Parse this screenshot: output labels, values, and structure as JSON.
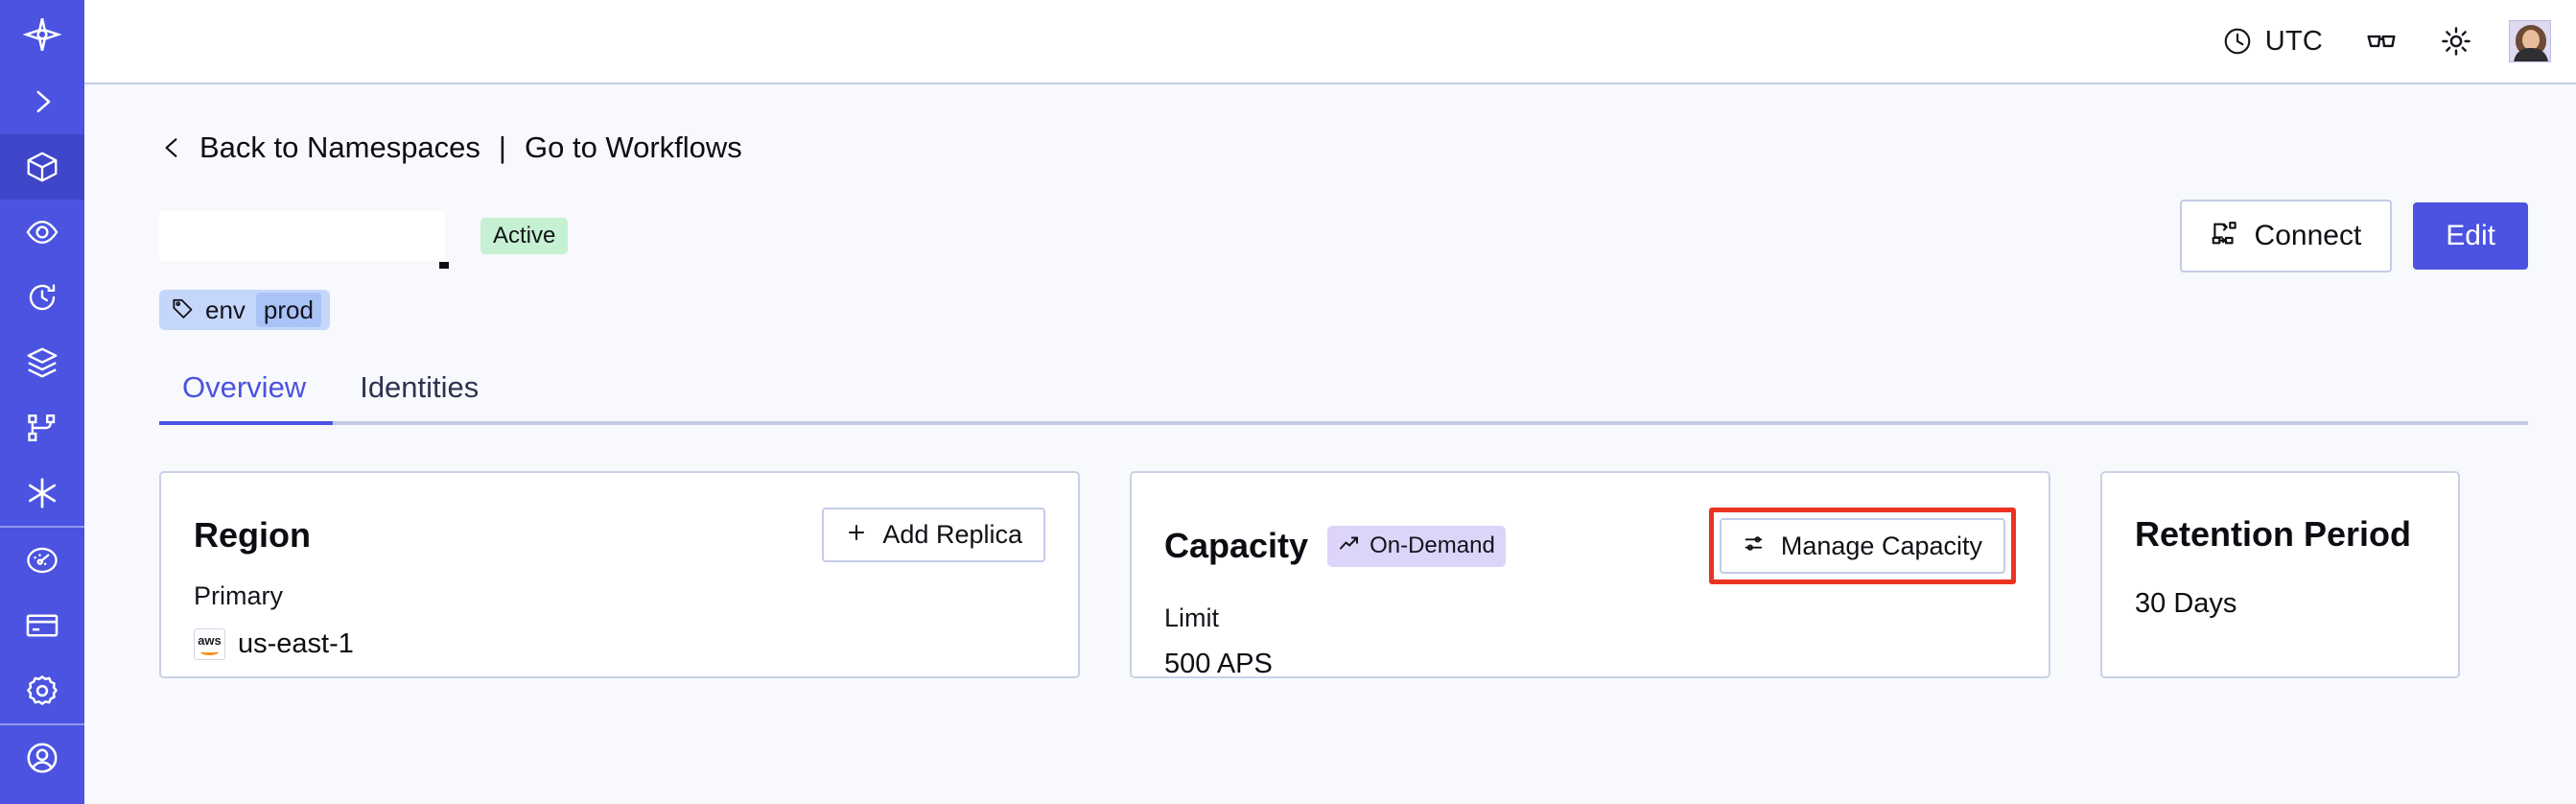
{
  "theme": {
    "brand": "#4b53e0",
    "sidebar_bg": "#4b53e0",
    "sidebar_active": "#3f46c9",
    "page_bg": "#f7f9fc",
    "card_border": "#c9d1e6",
    "badge_active_bg": "#c6f0d2",
    "badge_ondemand_bg": "#ddd4fa",
    "tag_bg": "#c5d6fb",
    "tag_value_bg": "#a9c3f7",
    "highlight_red": "#ea3323"
  },
  "sidebar": {
    "items": [
      {
        "name": "logo",
        "icon": "temporal-logo-icon",
        "active": false
      },
      {
        "name": "expand",
        "icon": "chevron-right-icon",
        "active": false
      },
      {
        "name": "namespaces",
        "icon": "cube-icon",
        "active": true
      },
      {
        "name": "observability",
        "icon": "eye-icon",
        "active": false
      },
      {
        "name": "schedules",
        "icon": "clock-arrow-icon",
        "active": false
      },
      {
        "name": "batch-operations",
        "icon": "layers-icon",
        "active": false
      },
      {
        "name": "workflows",
        "icon": "workflow-nodes-icon",
        "active": false
      },
      {
        "name": "nexus",
        "icon": "asterisk-icon",
        "active": false
      },
      {
        "name": "usage",
        "icon": "gauge-icon",
        "active": false
      },
      {
        "name": "billing",
        "icon": "credit-card-icon",
        "active": false
      },
      {
        "name": "settings",
        "icon": "gear-icon",
        "active": false
      },
      {
        "name": "account",
        "icon": "account-circle-icon",
        "active": false
      }
    ]
  },
  "topbar": {
    "timezone_label": "UTC",
    "clock_icon": "clock-icon",
    "glasses_icon": "glasses-icon",
    "theme_icon": "sun-icon",
    "avatar_icon": "user-avatar"
  },
  "breadcrumb": {
    "back_icon": "chevron-left-icon",
    "back_label": "Back to Namespaces",
    "separator": "|",
    "forward_label": "Go to Workflows"
  },
  "header": {
    "title": "",
    "title_redacted": true,
    "status_badge": "Active",
    "tag": {
      "icon": "tag-icon",
      "key": "env",
      "value": "prod"
    },
    "actions": {
      "connect_label": "Connect",
      "connect_icon": "connect-icon",
      "edit_label": "Edit"
    }
  },
  "tabs": [
    {
      "label": "Overview",
      "active": true
    },
    {
      "label": "Identities",
      "active": false
    }
  ],
  "cards": {
    "region": {
      "title": "Region",
      "button_label": "Add Replica",
      "button_icon": "plus-icon",
      "sub_label": "Primary",
      "provider_icon": "aws-icon",
      "provider_text": "aws",
      "value": "us-east-1"
    },
    "capacity": {
      "title": "Capacity",
      "badge_label": "On-Demand",
      "badge_icon": "trending-up-icon",
      "button_label": "Manage Capacity",
      "button_icon": "sliders-icon",
      "button_highlighted": true,
      "sub_label": "Limit",
      "value": "500 APS"
    },
    "retention": {
      "title": "Retention Period",
      "value": "30 Days"
    }
  }
}
